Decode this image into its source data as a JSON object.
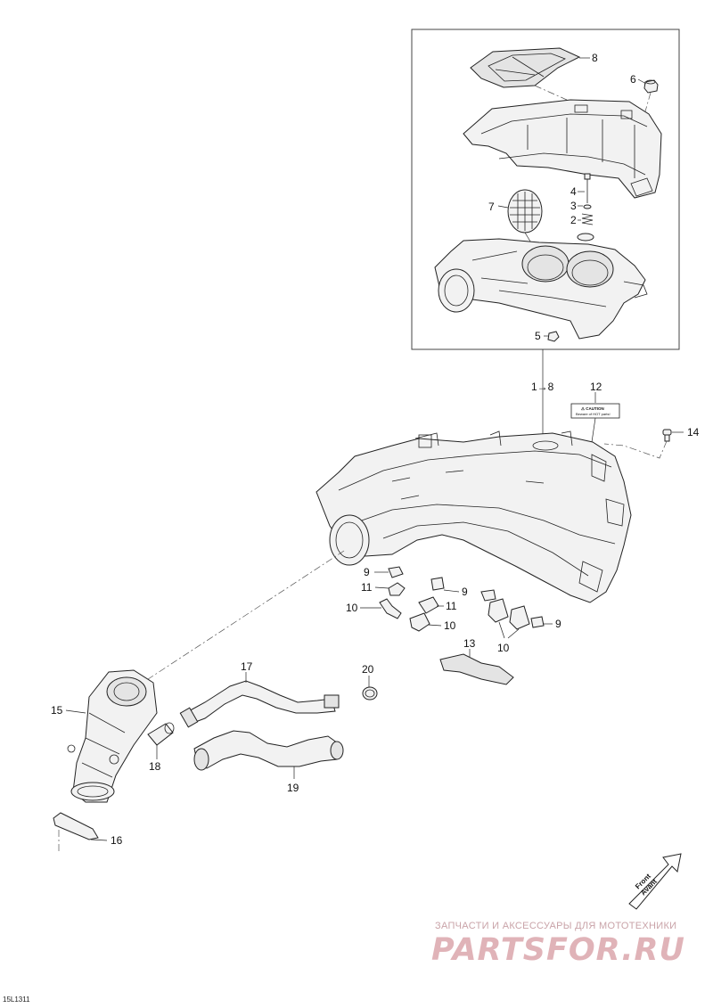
{
  "diagram": {
    "callouts": {
      "c1to8": "1→8",
      "c2": "2",
      "c3": "3",
      "c4": "4",
      "c5": "5",
      "c6": "6",
      "c7": "7",
      "c8": "8",
      "c9a": "9",
      "c9b": "9",
      "c9c": "9",
      "c10a": "10",
      "c10b": "10",
      "c10c": "10",
      "c11a": "11",
      "c11b": "11",
      "c12": "12",
      "c13": "13",
      "c14": "14",
      "c15": "15",
      "c16": "16",
      "c17": "17",
      "c18": "18",
      "c19": "19",
      "c20": "20"
    },
    "caution_label": {
      "line1": "⚠ CAUTION",
      "line2": "Beware of HOT parts!"
    },
    "front_arrow": {
      "line1": "Front",
      "line2": "Avant"
    },
    "reference_code": "15L1311"
  },
  "watermark": {
    "tagline": "ЗАПЧАСТИ И АКСЕССУАРЫ ДЛЯ МОТОТЕХНИКИ",
    "logo_text": "PARTSFOR.RU"
  }
}
